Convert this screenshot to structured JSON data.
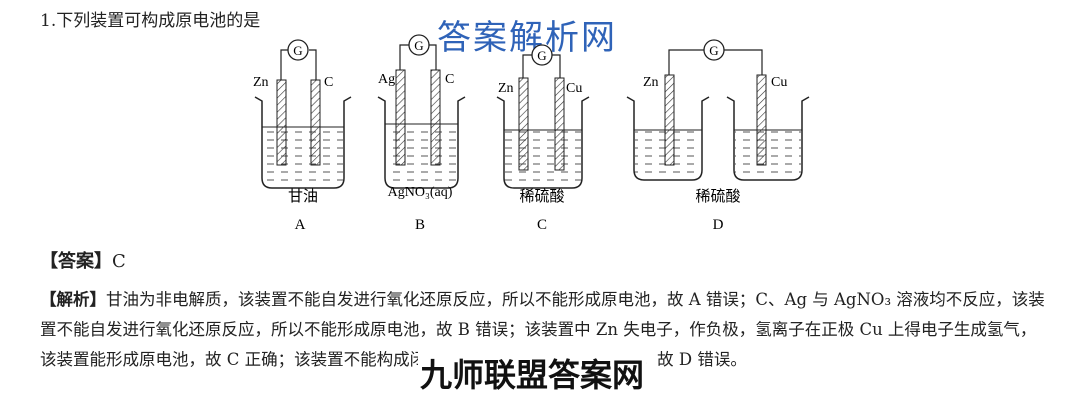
{
  "question": {
    "title": "1.下列装置可构成原电池的是"
  },
  "watermark_top": "答案解析网",
  "watermark_bottom": "九师联盟答案网",
  "diagrams": {
    "galvanometer": "G",
    "A": {
      "left": "Zn",
      "right": "C",
      "solution": "甘油",
      "label": "A"
    },
    "B": {
      "left": "Ag",
      "right": "C",
      "solution": "AgNO₃(aq)",
      "label": "B"
    },
    "C": {
      "left": "Zn",
      "right": "Cu",
      "solution": "稀硫酸",
      "label": "C"
    },
    "D": {
      "left": "Zn",
      "right": "Cu",
      "solution": "稀硫酸",
      "label": "D"
    }
  },
  "answer": {
    "label": "【答案】",
    "value": "C"
  },
  "analysis": {
    "label": "【解析】",
    "text": "甘油为非电解质，该装置不能自发进行氧化还原反应，所以不能形成原电池，故 A 错误；C、Ag 与 AgNO₃ 溶液均不反应，该装置不能自发进行氧化还原反应，所以不能形成原电池，故 B 错误；该装置中 Zn 失电子，作负极，氢离子在正极 Cu 上得电子生成氢气，该装置能形成原电池，故 C 正确；该装置不能构成闭合回路，所以不能形成原电池，故 D 错误。"
  }
}
